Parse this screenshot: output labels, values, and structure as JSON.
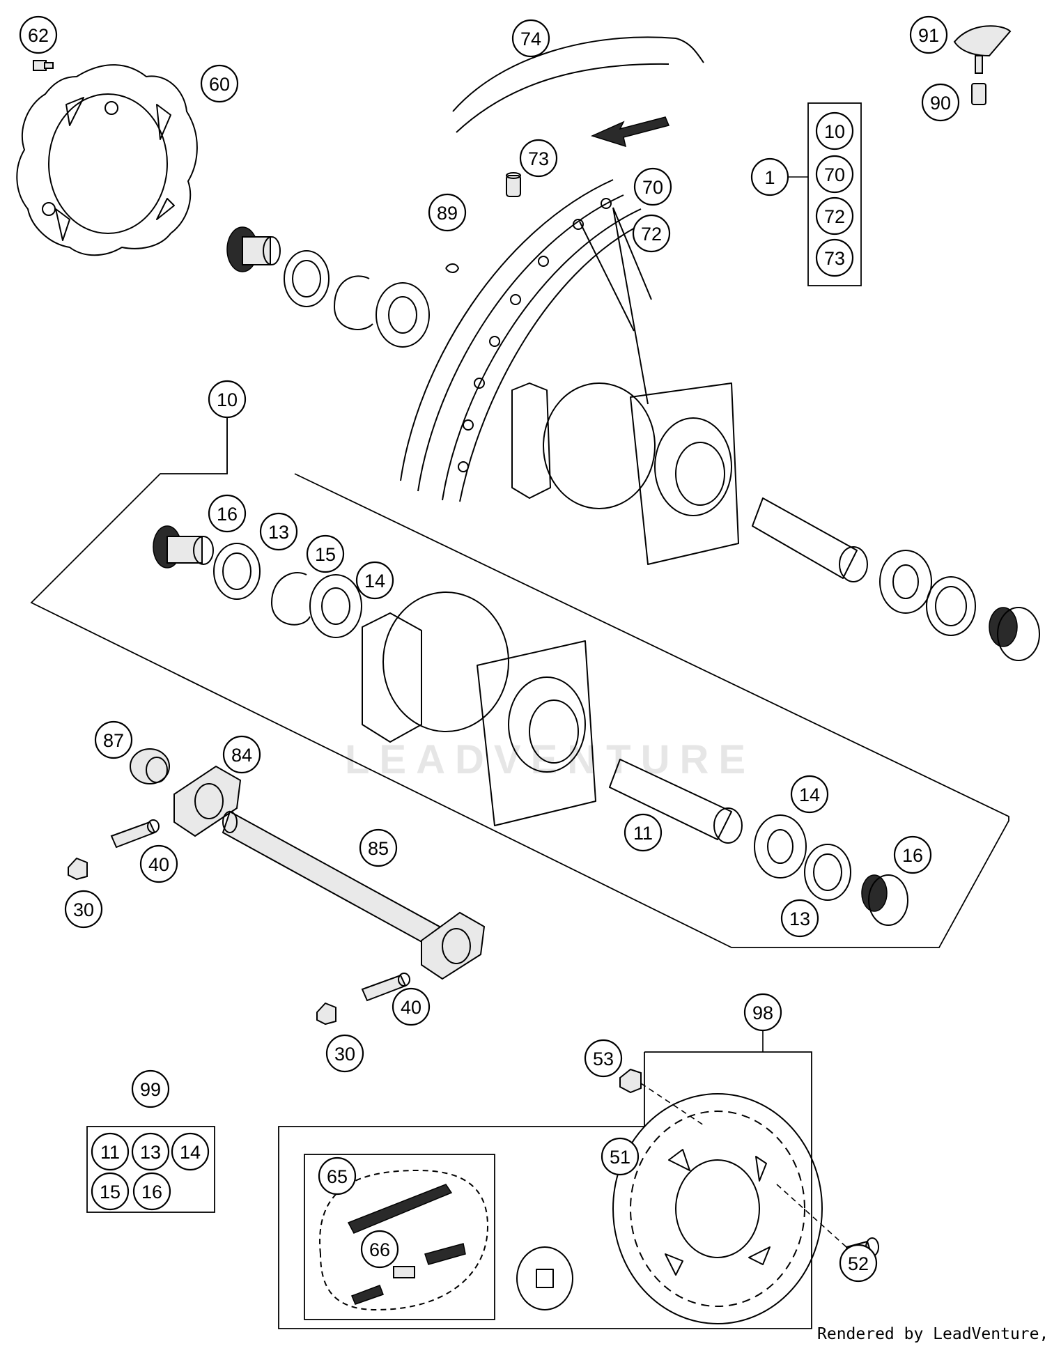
{
  "diagram": {
    "credit": "Rendered by LeadVenture, Inc.",
    "watermark": "LEADVENTURE"
  },
  "callouts": [
    {
      "label": "62"
    },
    {
      "label": "60"
    },
    {
      "label": "74"
    },
    {
      "label": "73"
    },
    {
      "label": "89"
    },
    {
      "label": "70"
    },
    {
      "label": "72"
    },
    {
      "label": "91"
    },
    {
      "label": "90"
    },
    {
      "label": "1"
    },
    {
      "label": "10"
    },
    {
      "label": "70"
    },
    {
      "label": "72"
    },
    {
      "label": "73"
    },
    {
      "label": "10"
    },
    {
      "label": "16"
    },
    {
      "label": "13"
    },
    {
      "label": "15"
    },
    {
      "label": "14"
    },
    {
      "label": "87"
    },
    {
      "label": "84"
    },
    {
      "label": "40"
    },
    {
      "label": "30"
    },
    {
      "label": "85"
    },
    {
      "label": "11"
    },
    {
      "label": "14"
    },
    {
      "label": "16"
    },
    {
      "label": "13"
    },
    {
      "label": "40"
    },
    {
      "label": "30"
    },
    {
      "label": "98"
    },
    {
      "label": "53"
    },
    {
      "label": "51"
    },
    {
      "label": "52"
    },
    {
      "label": "99"
    },
    {
      "label": "11"
    },
    {
      "label": "13"
    },
    {
      "label": "14"
    },
    {
      "label": "15"
    },
    {
      "label": "16"
    },
    {
      "label": "65"
    },
    {
      "label": "66"
    }
  ]
}
